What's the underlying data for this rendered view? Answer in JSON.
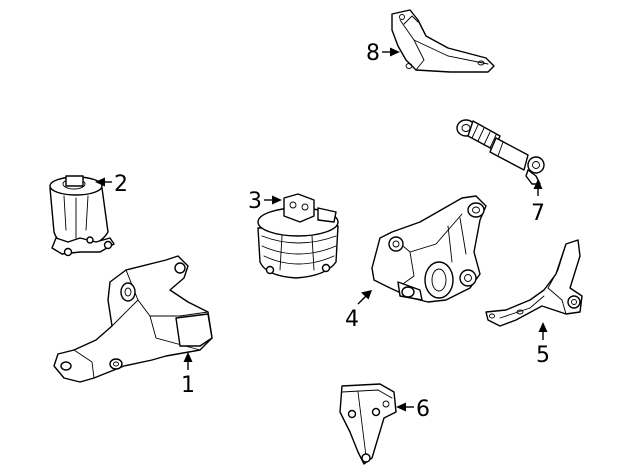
{
  "callouts": {
    "c1": "1",
    "c2": "2",
    "c3": "3",
    "c4": "4",
    "c5": "5",
    "c6": "6",
    "c7": "7",
    "c8": "8"
  },
  "parts": [
    {
      "id": "1",
      "icon": "engine-mount-bracket-icon"
    },
    {
      "id": "2",
      "icon": "engine-mount-icon"
    },
    {
      "id": "3",
      "icon": "engine-mount-icon"
    },
    {
      "id": "4",
      "icon": "transmission-mount-bracket-icon"
    },
    {
      "id": "5",
      "icon": "bracket-icon"
    },
    {
      "id": "6",
      "icon": "bracket-icon"
    },
    {
      "id": "7",
      "icon": "damper-strut-icon"
    },
    {
      "id": "8",
      "icon": "bracket-icon"
    }
  ]
}
